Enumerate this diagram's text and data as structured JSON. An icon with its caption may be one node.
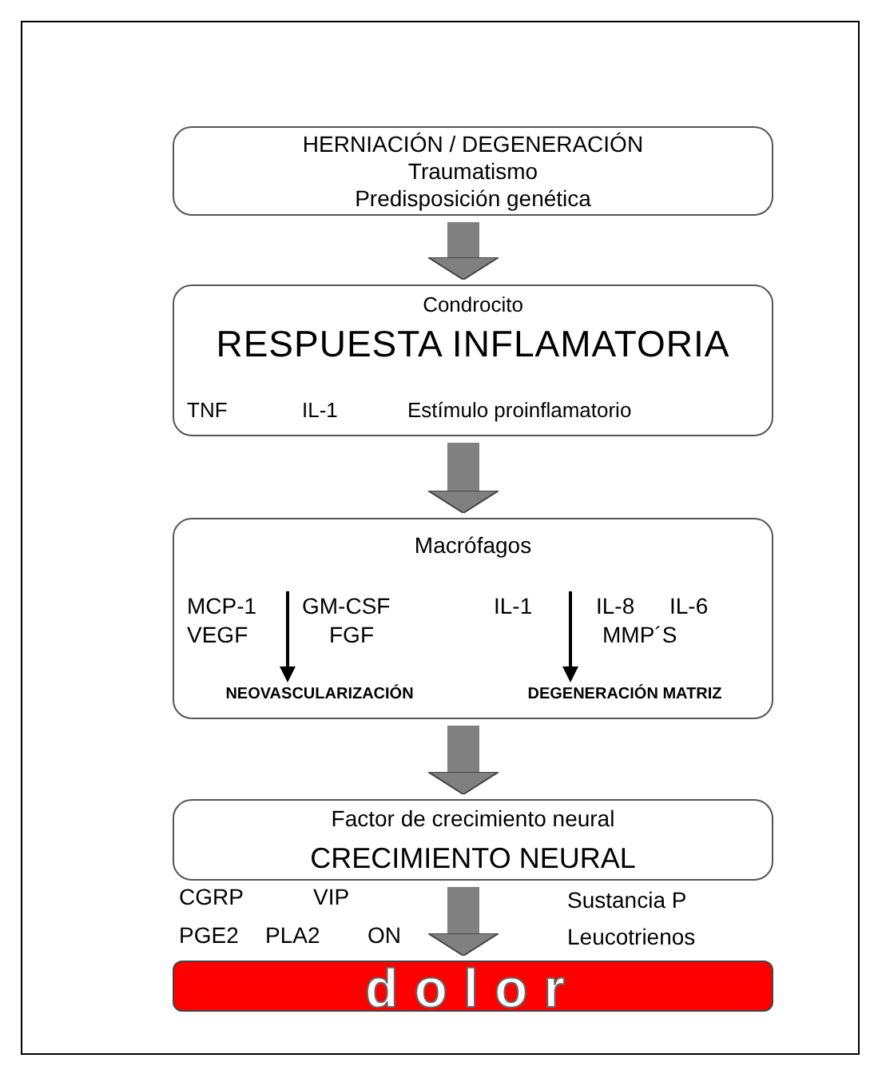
{
  "diagram": {
    "nodes": [
      {
        "text": [
          "HERNIACIÓN / DEGENERACIÓN",
          "Traumatismo",
          "Predisposición genética"
        ]
      },
      {
        "text": [
          "Condrocito",
          "RESPUESTA INFLAMATORIA",
          "TNF",
          "IL-1",
          "Estímulo proinflamatorio"
        ]
      },
      {
        "text": [
          "Macrófagos",
          "MCP-1",
          "VEGF",
          "GM-CSF",
          "FGF",
          "IL-1",
          "IL-8",
          "IL-6",
          "MMP´S"
        ]
      },
      {
        "text": [
          "NEOVASCULARIZACIÓN"
        ],
        "in": 2
      },
      {
        "text": [
          "DEGENERACIÓN MATRIZ"
        ],
        "in": 2
      },
      {
        "text": [
          "Factor de crecimiento neural",
          "CRECIMIENTO NEURAL"
        ]
      },
      {
        "text": [
          "dolor"
        ]
      }
    ],
    "edges": [
      {
        "from": 0,
        "to": 1,
        "arrow": "to"
      },
      {
        "from": 1,
        "to": 2,
        "arrow": "to"
      },
      {
        "from": null,
        "to": 3,
        "arrow": "to",
        "color": "#000000"
      },
      {
        "from": null,
        "to": 4,
        "arrow": "to",
        "color": "#000000"
      },
      {
        "from": 2,
        "to": 5,
        "arrow": "to"
      },
      {
        "from": 5,
        "to": 6,
        "arrow": "to"
      }
    ],
    "labels": [
      "CGRP",
      "VIP",
      "Sustancia P",
      "PGE2",
      "PLA2",
      "ON",
      "Leucotrienos"
    ]
  }
}
